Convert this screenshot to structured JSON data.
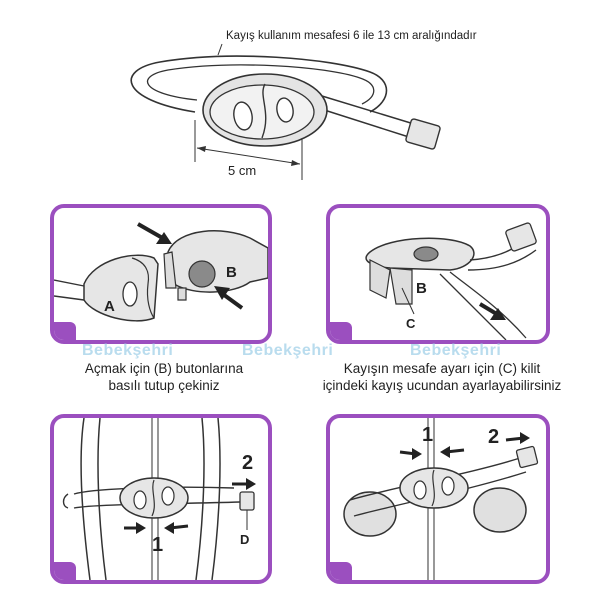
{
  "top": {
    "annotation": "Kayış kullanım mesafesi 6 ile 13 cm aralığındadır",
    "dimension": "5 cm"
  },
  "panels": [
    {
      "letters": [
        "A",
        "B"
      ],
      "caption": [
        "Açmak için (B) butonlarına",
        "basılı tutup çekiniz"
      ]
    },
    {
      "letters": [
        "B",
        "C"
      ],
      "caption": [
        "Kayışın mesafe ayarı için (C) kilit",
        "içindeki kayış ucundan ayarlayabilirsiniz"
      ]
    },
    {
      "steps": [
        "1",
        "2"
      ],
      "letters": [
        "D"
      ]
    },
    {
      "steps": [
        "1",
        "2"
      ]
    }
  ],
  "watermark": "Bebekşehri",
  "colors": {
    "frame": "#9b4fbf",
    "watermark": "#a8d4ea",
    "line": "#333333",
    "fill": "#d9d9d9"
  }
}
